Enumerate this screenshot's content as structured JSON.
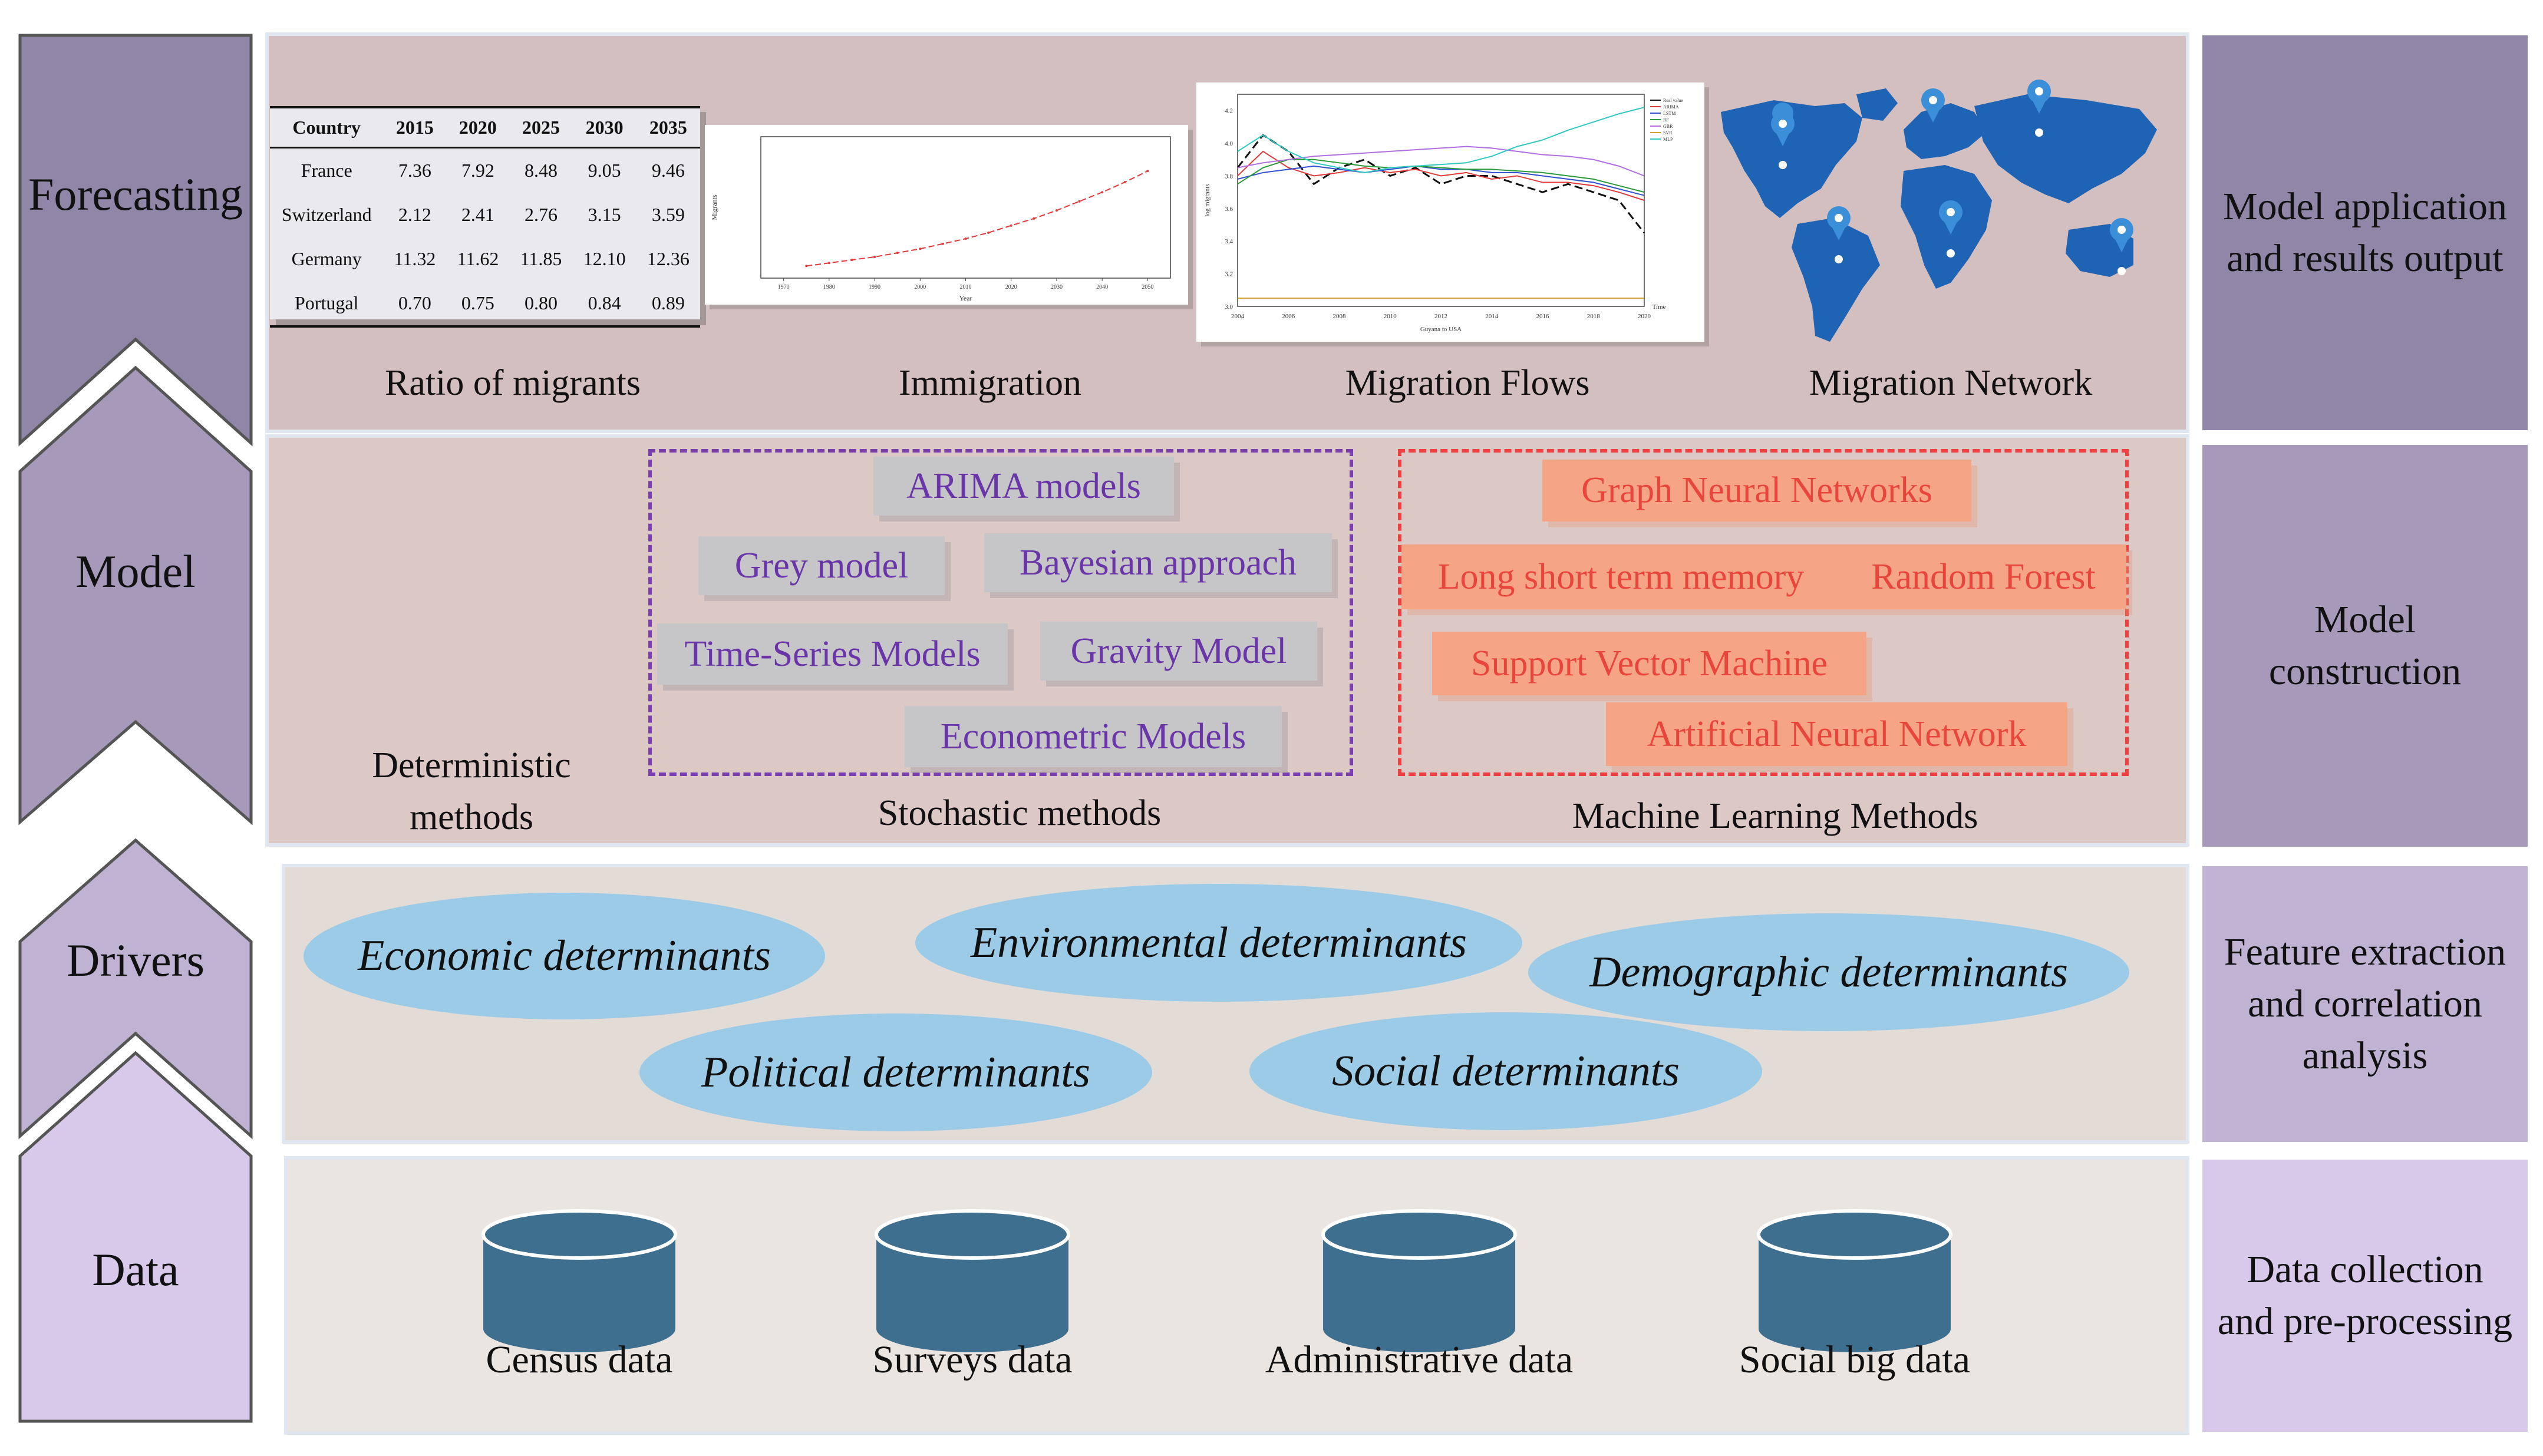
{
  "layers": [
    {
      "label": "Forecasting",
      "side": "Model application\nand results output"
    },
    {
      "label": "Model",
      "side": "Model\nconstruction"
    },
    {
      "label": "Drivers",
      "side": "Feature extraction\nand correlation\nanalysis"
    },
    {
      "label": "Data",
      "side": "Data collection\nand pre-processing"
    }
  ],
  "colors": {
    "layer_fill": [
      "#8f86a8",
      "#a699ba",
      "#bfb2d3",
      "#d8c9ea"
    ],
    "forecast_bg": "#d3bfbf",
    "model_bg": "#dcc9c6",
    "drivers_bg": "#e3dcd6",
    "data_bg": "#ebe5e1",
    "stochastic_border": "#7b3fb0",
    "ml_border": "#ee4040",
    "ellipse": "#9ccbe8",
    "cylinder": "#3f6f8f",
    "map": "#1e63b4"
  },
  "forecasting": {
    "captions": [
      "Ratio of migrants",
      "Immigration",
      "Migration Flows",
      "Migration Network"
    ],
    "table": {
      "header": [
        "Country",
        "2015",
        "2020",
        "2025",
        "2030",
        "2035"
      ],
      "rows": [
        [
          "France",
          "7.36",
          "7.92",
          "8.48",
          "9.05",
          "9.46"
        ],
        [
          "Switzerland",
          "2.12",
          "2.41",
          "2.76",
          "3.15",
          "3.59"
        ],
        [
          "Germany",
          "11.32",
          "11.62",
          "11.85",
          "12.10",
          "12.36"
        ],
        [
          "Portugal",
          "0.70",
          "0.75",
          "0.80",
          "0.84",
          "0.89"
        ]
      ]
    },
    "immigration_chart": {
      "xlabel": "Year",
      "ylabel": "Migrants",
      "xticks": [
        "1970",
        "1980",
        "1990",
        "2000",
        "2010",
        "2020",
        "2030",
        "2040",
        "2050"
      ]
    },
    "flows_chart": {
      "xlabel": "Guyana to USA",
      "ylabel": "log migrants",
      "time_label": "Time",
      "xticks": [
        "2004",
        "2006",
        "2008",
        "2010",
        "2012",
        "2014",
        "2016",
        "2018",
        "2020"
      ],
      "yticks": [
        "4.2",
        "4.0",
        "3.8",
        "3.6",
        "3.4",
        "3.2",
        "3.0"
      ],
      "legend": [
        "Real value",
        "ARIMA",
        "LSTM",
        "RF",
        "GBR",
        "SVR",
        "MLP"
      ]
    }
  },
  "chart_data": [
    {
      "type": "line",
      "title": "",
      "xlabel": "Year",
      "ylabel": "Migrants",
      "xlim": [
        1965,
        2055
      ],
      "x": [
        1975,
        1980,
        1985,
        1990,
        1995,
        2000,
        2005,
        2010,
        2015,
        2020,
        2025,
        2030,
        2035,
        2040,
        2045,
        2050
      ],
      "series": [
        {
          "values": [
            0.6,
            0.75,
            0.9,
            1.05,
            1.25,
            1.45,
            1.7,
            1.95,
            2.25,
            2.6,
            2.95,
            3.35,
            3.8,
            4.25,
            4.75,
            5.3
          ]
        }
      ],
      "ylim": [
        0,
        7
      ]
    },
    {
      "type": "line",
      "title": "",
      "xlabel": "Guyana to USA",
      "ylabel": "log migrants",
      "x": [
        2004,
        2005,
        2006,
        2007,
        2008,
        2009,
        2010,
        2011,
        2012,
        2013,
        2014,
        2015,
        2016,
        2017,
        2018,
        2019,
        2020
      ],
      "ylim": [
        3.0,
        4.3
      ],
      "series": [
        {
          "name": "Real value",
          "values": [
            3.85,
            4.05,
            3.95,
            3.75,
            3.85,
            3.9,
            3.8,
            3.85,
            3.75,
            3.8,
            3.8,
            3.75,
            3.7,
            3.75,
            3.7,
            3.65,
            3.45
          ]
        },
        {
          "name": "ARIMA",
          "values": [
            3.8,
            3.95,
            3.85,
            3.8,
            3.82,
            3.85,
            3.82,
            3.84,
            3.8,
            3.82,
            3.78,
            3.8,
            3.76,
            3.76,
            3.74,
            3.7,
            3.65
          ]
        },
        {
          "name": "LSTM",
          "values": [
            3.78,
            3.82,
            3.84,
            3.86,
            3.84,
            3.82,
            3.84,
            3.86,
            3.84,
            3.84,
            3.82,
            3.82,
            3.8,
            3.78,
            3.76,
            3.72,
            3.68
          ]
        },
        {
          "name": "RF",
          "values": [
            3.75,
            3.85,
            3.9,
            3.9,
            3.88,
            3.86,
            3.85,
            3.86,
            3.85,
            3.84,
            3.84,
            3.83,
            3.82,
            3.8,
            3.78,
            3.74,
            3.7
          ]
        },
        {
          "name": "GBR",
          "values": [
            3.85,
            3.88,
            3.9,
            3.92,
            3.93,
            3.94,
            3.95,
            3.96,
            3.97,
            3.98,
            3.97,
            3.95,
            3.93,
            3.92,
            3.9,
            3.86,
            3.8
          ]
        },
        {
          "name": "SVR",
          "values": [
            3.05,
            3.05,
            3.05,
            3.05,
            3.05,
            3.05,
            3.05,
            3.05,
            3.05,
            3.05,
            3.05,
            3.05,
            3.05,
            3.05,
            3.05,
            3.05,
            3.05
          ]
        },
        {
          "name": "MLP",
          "values": [
            3.95,
            4.05,
            3.95,
            3.88,
            3.85,
            3.82,
            3.85,
            3.86,
            3.87,
            3.88,
            3.92,
            3.98,
            4.02,
            4.08,
            4.13,
            4.18,
            4.22
          ]
        }
      ]
    }
  ],
  "model": {
    "deterministic": "Deterministic\nmethods",
    "stochastic_caption": "Stochastic methods",
    "ml_caption": "Machine Learning Methods",
    "stochastic": [
      "ARIMA models",
      "Grey model",
      "Bayesian approach",
      "Time-Series Models",
      "Gravity Model",
      "Econometric Models"
    ],
    "ml": [
      "Graph Neural Networks",
      "Long short term memory",
      "Random Forest",
      "Support Vector Machine",
      "Artificial Neural Network"
    ]
  },
  "drivers": [
    "Economic determinants",
    "Environmental determinants",
    "Demographic determinants",
    "Political determinants",
    "Social determinants"
  ],
  "data_sources": [
    "Census data",
    "Surveys data",
    "Administrative data",
    "Social big data"
  ]
}
